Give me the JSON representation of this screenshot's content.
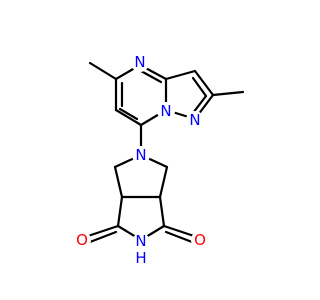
{
  "colors": {
    "carbon_bond": "#000000",
    "nitrogen": "#0000ff",
    "oxygen": "#ff0000",
    "background": "#ffffff"
  },
  "atoms": {
    "n_pyrimidine": "N",
    "n_bridgehead": "N",
    "n_pyrazole": "N",
    "n_pyrrolidine": "N",
    "n_imide": "N",
    "h_imide": "H",
    "o_left": "O",
    "o_right": "O"
  }
}
